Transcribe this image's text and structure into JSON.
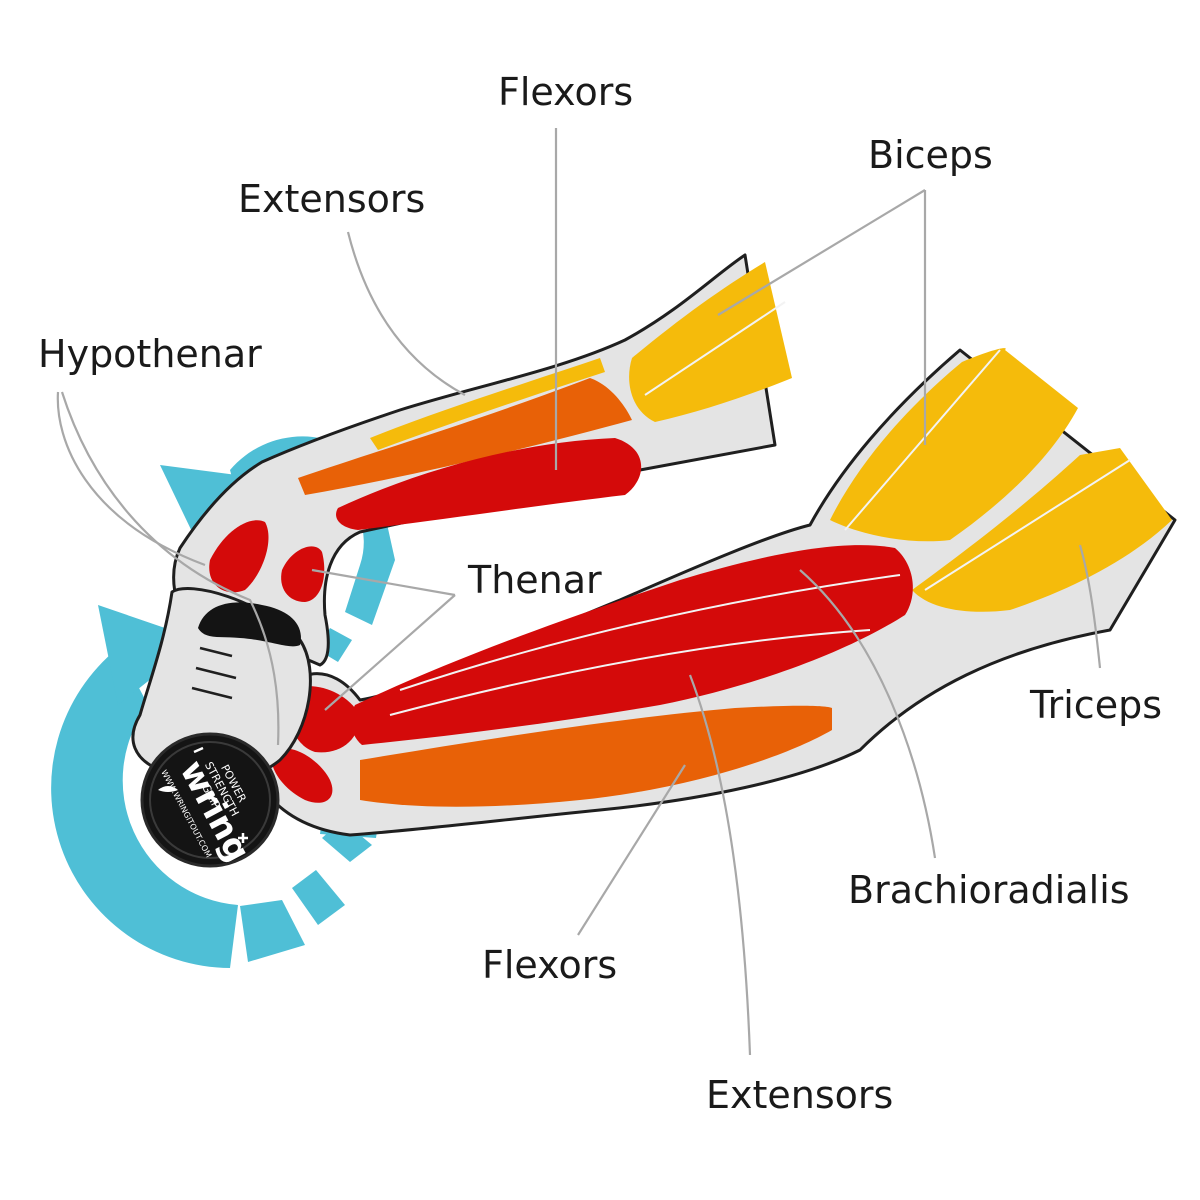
{
  "colors": {
    "skin": "#e4e4e4",
    "outline": "#1f1f1f",
    "muscle_red": "#d40a0a",
    "muscle_orange": "#e86107",
    "muscle_yellow": "#f5bb0b",
    "arrow": "#4fbfd6",
    "leader": "#a8a8a8",
    "device": "#141414"
  },
  "labels": {
    "flexors_top": "Flexors",
    "biceps": "Biceps",
    "extensors_top": "Extensors",
    "hypothenar": "Hypothenar",
    "thenar": "Thenar",
    "triceps": "Triceps",
    "brachioradialis": "Brachioradialis",
    "flexors_bottom": "Flexors",
    "extensors_bottom": "Extensors"
  },
  "device": {
    "brand": "wringer",
    "line1": "POWER",
    "line2": "STRENGTH",
    "line3": "GRIP",
    "url": "WWW.WRINGITOUT.COM",
    "icons": [
      "plus-icon",
      "minus-icon",
      "wing-logo-icon"
    ]
  }
}
